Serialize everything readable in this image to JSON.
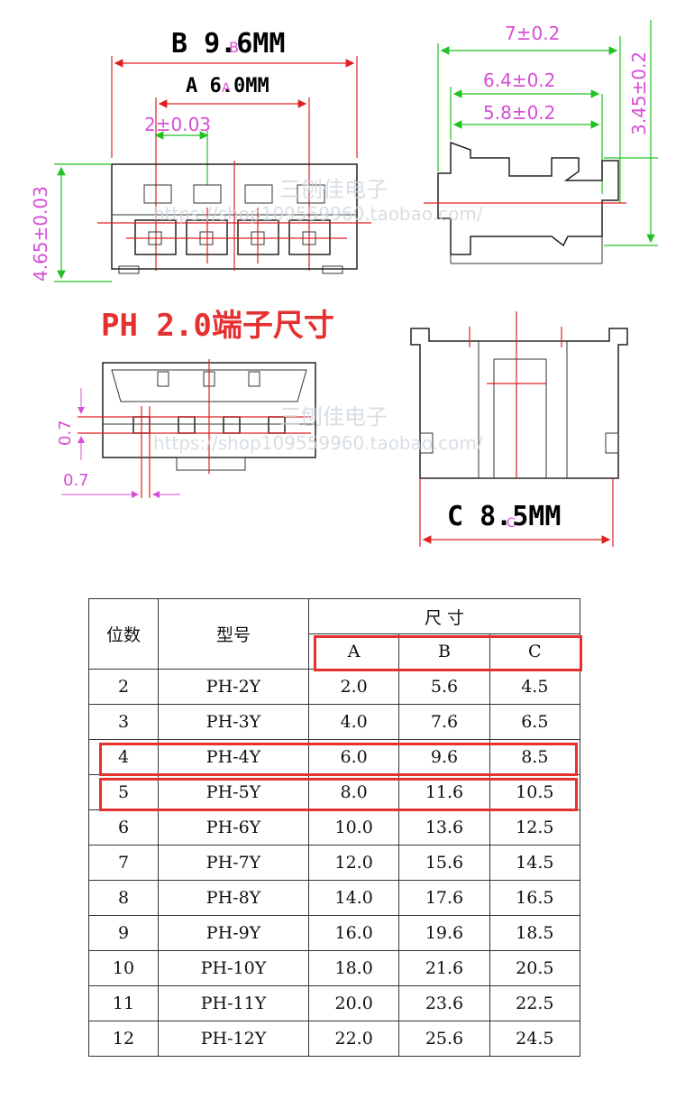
{
  "drawing": {
    "b_label": "B 9.6MM",
    "b_marker": "B",
    "a_label": "A 6.0MM",
    "a_marker": "A",
    "c_label": "C 8.5MM",
    "c_marker": "C",
    "pitch_label": "2±0.03",
    "height_label": "4.65±0.03",
    "side_width_label": "7±0.2",
    "side_mid_label": "6.4±0.2",
    "side_inner_label": "5.8±0.2",
    "side_height_label": "3.45±0.2",
    "pin_v_label": "0.7",
    "pin_h_label": "0.7",
    "title": "PH 2.0端子尺寸",
    "watermark_shop": "三刨佳电子",
    "watermark_url": "https://shop109559960.taobao.com/"
  },
  "colors": {
    "dimension": "#d64fd6",
    "red_lines": "#e02020",
    "green_lines": "#22c022",
    "title": "#e53030",
    "highlight": "#e53030"
  },
  "table": {
    "headers": {
      "positions": "位数",
      "model": "型号",
      "size": "尺 寸",
      "a": "A",
      "b": "B",
      "c": "C"
    },
    "rows": [
      {
        "positions": "2",
        "model": "PH-2Y",
        "a": "2.0",
        "b": "5.6",
        "c": "4.5"
      },
      {
        "positions": "3",
        "model": "PH-3Y",
        "a": "4.0",
        "b": "7.6",
        "c": "6.5"
      },
      {
        "positions": "4",
        "model": "PH-4Y",
        "a": "6.0",
        "b": "9.6",
        "c": "8.5"
      },
      {
        "positions": "5",
        "model": "PH-5Y",
        "a": "8.0",
        "b": "11.6",
        "c": "10.5"
      },
      {
        "positions": "6",
        "model": "PH-6Y",
        "a": "10.0",
        "b": "13.6",
        "c": "12.5"
      },
      {
        "positions": "7",
        "model": "PH-7Y",
        "a": "12.0",
        "b": "15.6",
        "c": "14.5"
      },
      {
        "positions": "8",
        "model": "PH-8Y",
        "a": "14.0",
        "b": "17.6",
        "c": "16.5"
      },
      {
        "positions": "9",
        "model": "PH-9Y",
        "a": "16.0",
        "b": "19.6",
        "c": "18.5"
      },
      {
        "positions": "10",
        "model": "PH-10Y",
        "a": "18.0",
        "b": "21.6",
        "c": "20.5"
      },
      {
        "positions": "11",
        "model": "PH-11Y",
        "a": "20.0",
        "b": "23.6",
        "c": "22.5"
      },
      {
        "positions": "12",
        "model": "PH-12Y",
        "a": "22.0",
        "b": "25.6",
        "c": "24.5"
      }
    ]
  }
}
